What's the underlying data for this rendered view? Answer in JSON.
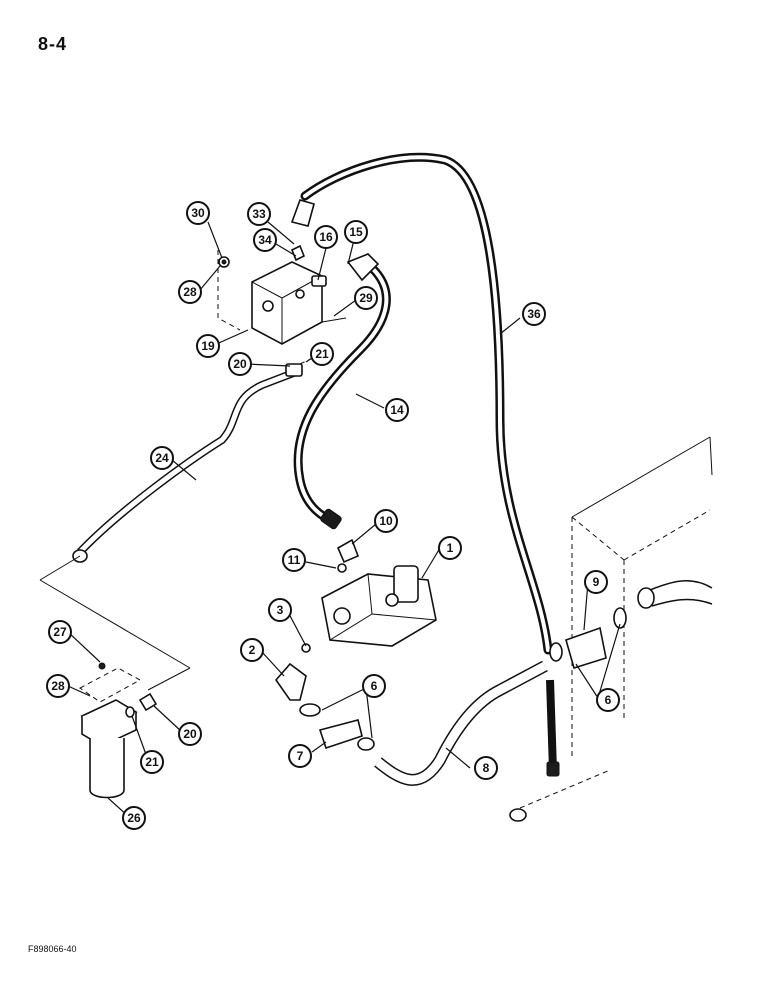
{
  "page_number": "8-4",
  "figure_code": "F898066-40",
  "callouts": [
    "30",
    "33",
    "34",
    "16",
    "15",
    "28",
    "29",
    "19",
    "20",
    "21",
    "36",
    "14",
    "24",
    "10",
    "11",
    "1",
    "3",
    "2",
    "27",
    "28",
    "6",
    "9",
    "6",
    "7",
    "20",
    "21",
    "8",
    "26"
  ]
}
